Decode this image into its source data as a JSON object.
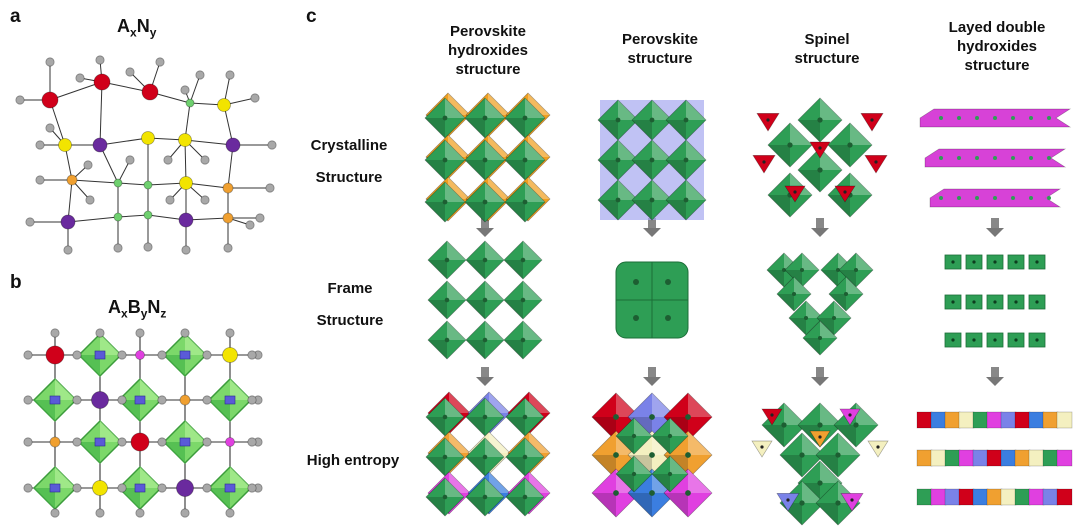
{
  "panels": {
    "a": {
      "letter": "a",
      "formula": {
        "A": "A",
        "x": "x",
        "N": "N",
        "y": "y"
      }
    },
    "b": {
      "letter": "b",
      "formula": {
        "A": "A",
        "x": "x",
        "B": "B",
        "y": "y",
        "N": "N",
        "z": "z"
      }
    },
    "c": {
      "letter": "c"
    }
  },
  "columns": [
    {
      "l1": "Perovskite",
      "l2": "hydroxides",
      "l3": "structure"
    },
    {
      "l1": "Perovskite",
      "l2": "structure"
    },
    {
      "l1": "Spinel",
      "l2": "structure"
    },
    {
      "l1": "Layed double",
      "l2": "hydroxides",
      "l3": "structure"
    }
  ],
  "rows": [
    {
      "l1": "Crystalline",
      "l2": "Structure"
    },
    {
      "l1": "Frame",
      "l2": "Structure"
    },
    {
      "l1": "High entropy"
    }
  ],
  "colors": {
    "red": "#d0001a",
    "yellow": "#f2e400",
    "purple": "#6a2a9e",
    "orange": "#f0a030",
    "green": "#2fa85a",
    "lightgreen": "#6fd06f",
    "magenta": "#e040e0",
    "gray": "#a8a8a8",
    "blue": "#7a82e8",
    "octa_green": "#2e9e55"
  }
}
